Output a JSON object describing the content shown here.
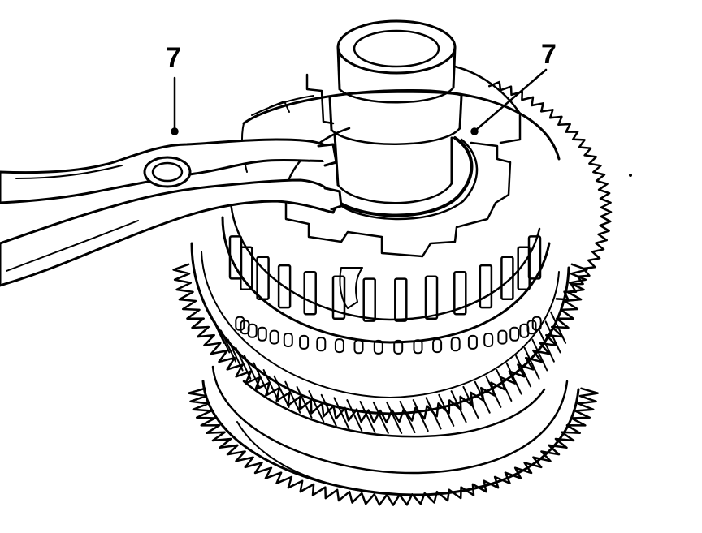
{
  "figure": {
    "callouts": [
      {
        "label": "7",
        "target": "snap-ring-pliers"
      },
      {
        "label": "7",
        "target": "snap-ring"
      }
    ],
    "colors": {
      "line": "#000000",
      "background": "#ffffff"
    }
  }
}
